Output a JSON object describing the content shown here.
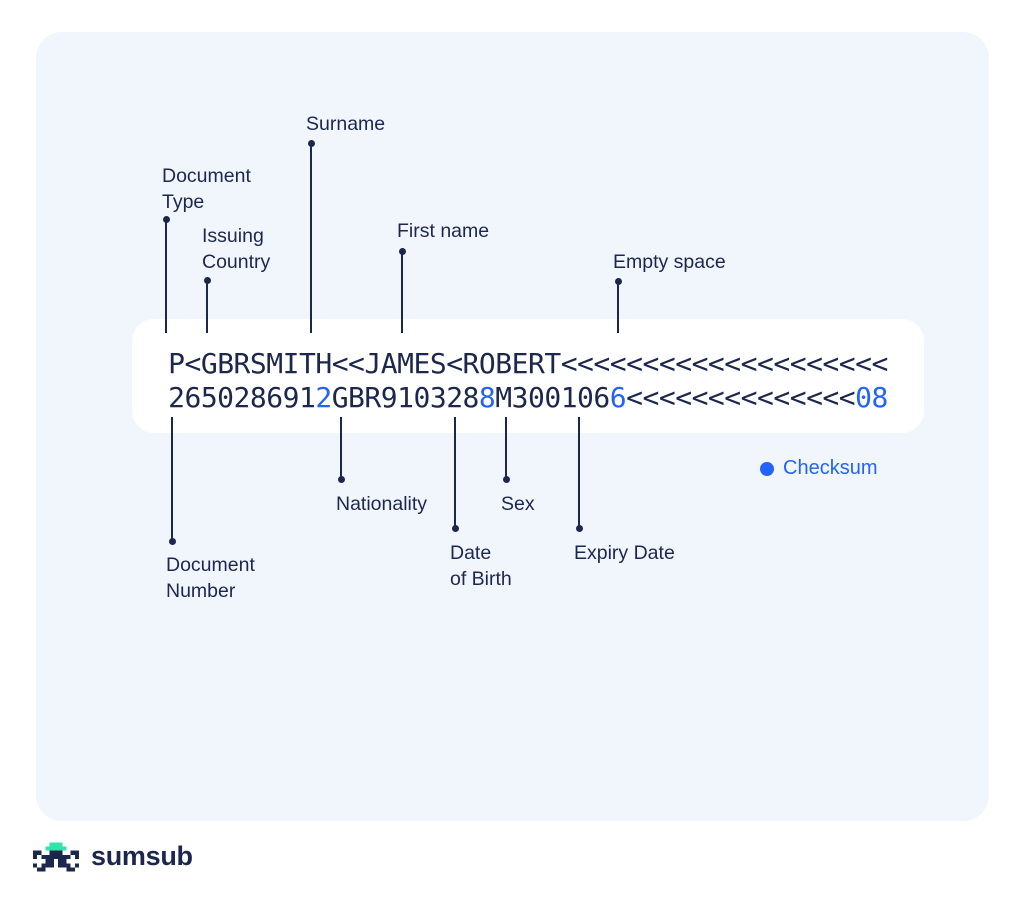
{
  "colors": {
    "navy": "#1C274E",
    "checksum_blue": "#2463FA",
    "logo_mint": "#2EE5A9",
    "card_background": "#F1F5FC",
    "mrz_box_background": "#FFFFFF"
  },
  "mrz": {
    "line1": {
      "segments": [
        {
          "text": "P<GBRSMITH<<JAMES<ROBERT<<<<<<<<<<<<<<<<<<<<",
          "role": "data"
        }
      ]
    },
    "line2": {
      "segments": [
        {
          "text": "265028691",
          "role": "data"
        },
        {
          "text": "2",
          "role": "checksum"
        },
        {
          "text": "GBR910328",
          "role": "data"
        },
        {
          "text": "8",
          "role": "checksum"
        },
        {
          "text": "M300106",
          "role": "data"
        },
        {
          "text": "6",
          "role": "checksum"
        },
        {
          "text": "<<<<<<<<<<<<<<",
          "role": "data"
        },
        {
          "text": "08",
          "role": "checksum"
        }
      ]
    }
  },
  "callouts": {
    "surname": {
      "label": "Surname"
    },
    "document_type": {
      "label": "Document\nType"
    },
    "issuing_country": {
      "label": "Issuing\nCountry"
    },
    "first_name": {
      "label": "First name"
    },
    "empty_space": {
      "label": "Empty space"
    },
    "document_number": {
      "label": "Document\nNumber"
    },
    "nationality": {
      "label": "Nationality"
    },
    "date_of_birth": {
      "label": "Date\nof Birth"
    },
    "sex": {
      "label": "Sex"
    },
    "expiry_date": {
      "label": "Expiry Date"
    }
  },
  "legend": {
    "label": "Checksum"
  },
  "logo": {
    "text": "sumsub"
  }
}
